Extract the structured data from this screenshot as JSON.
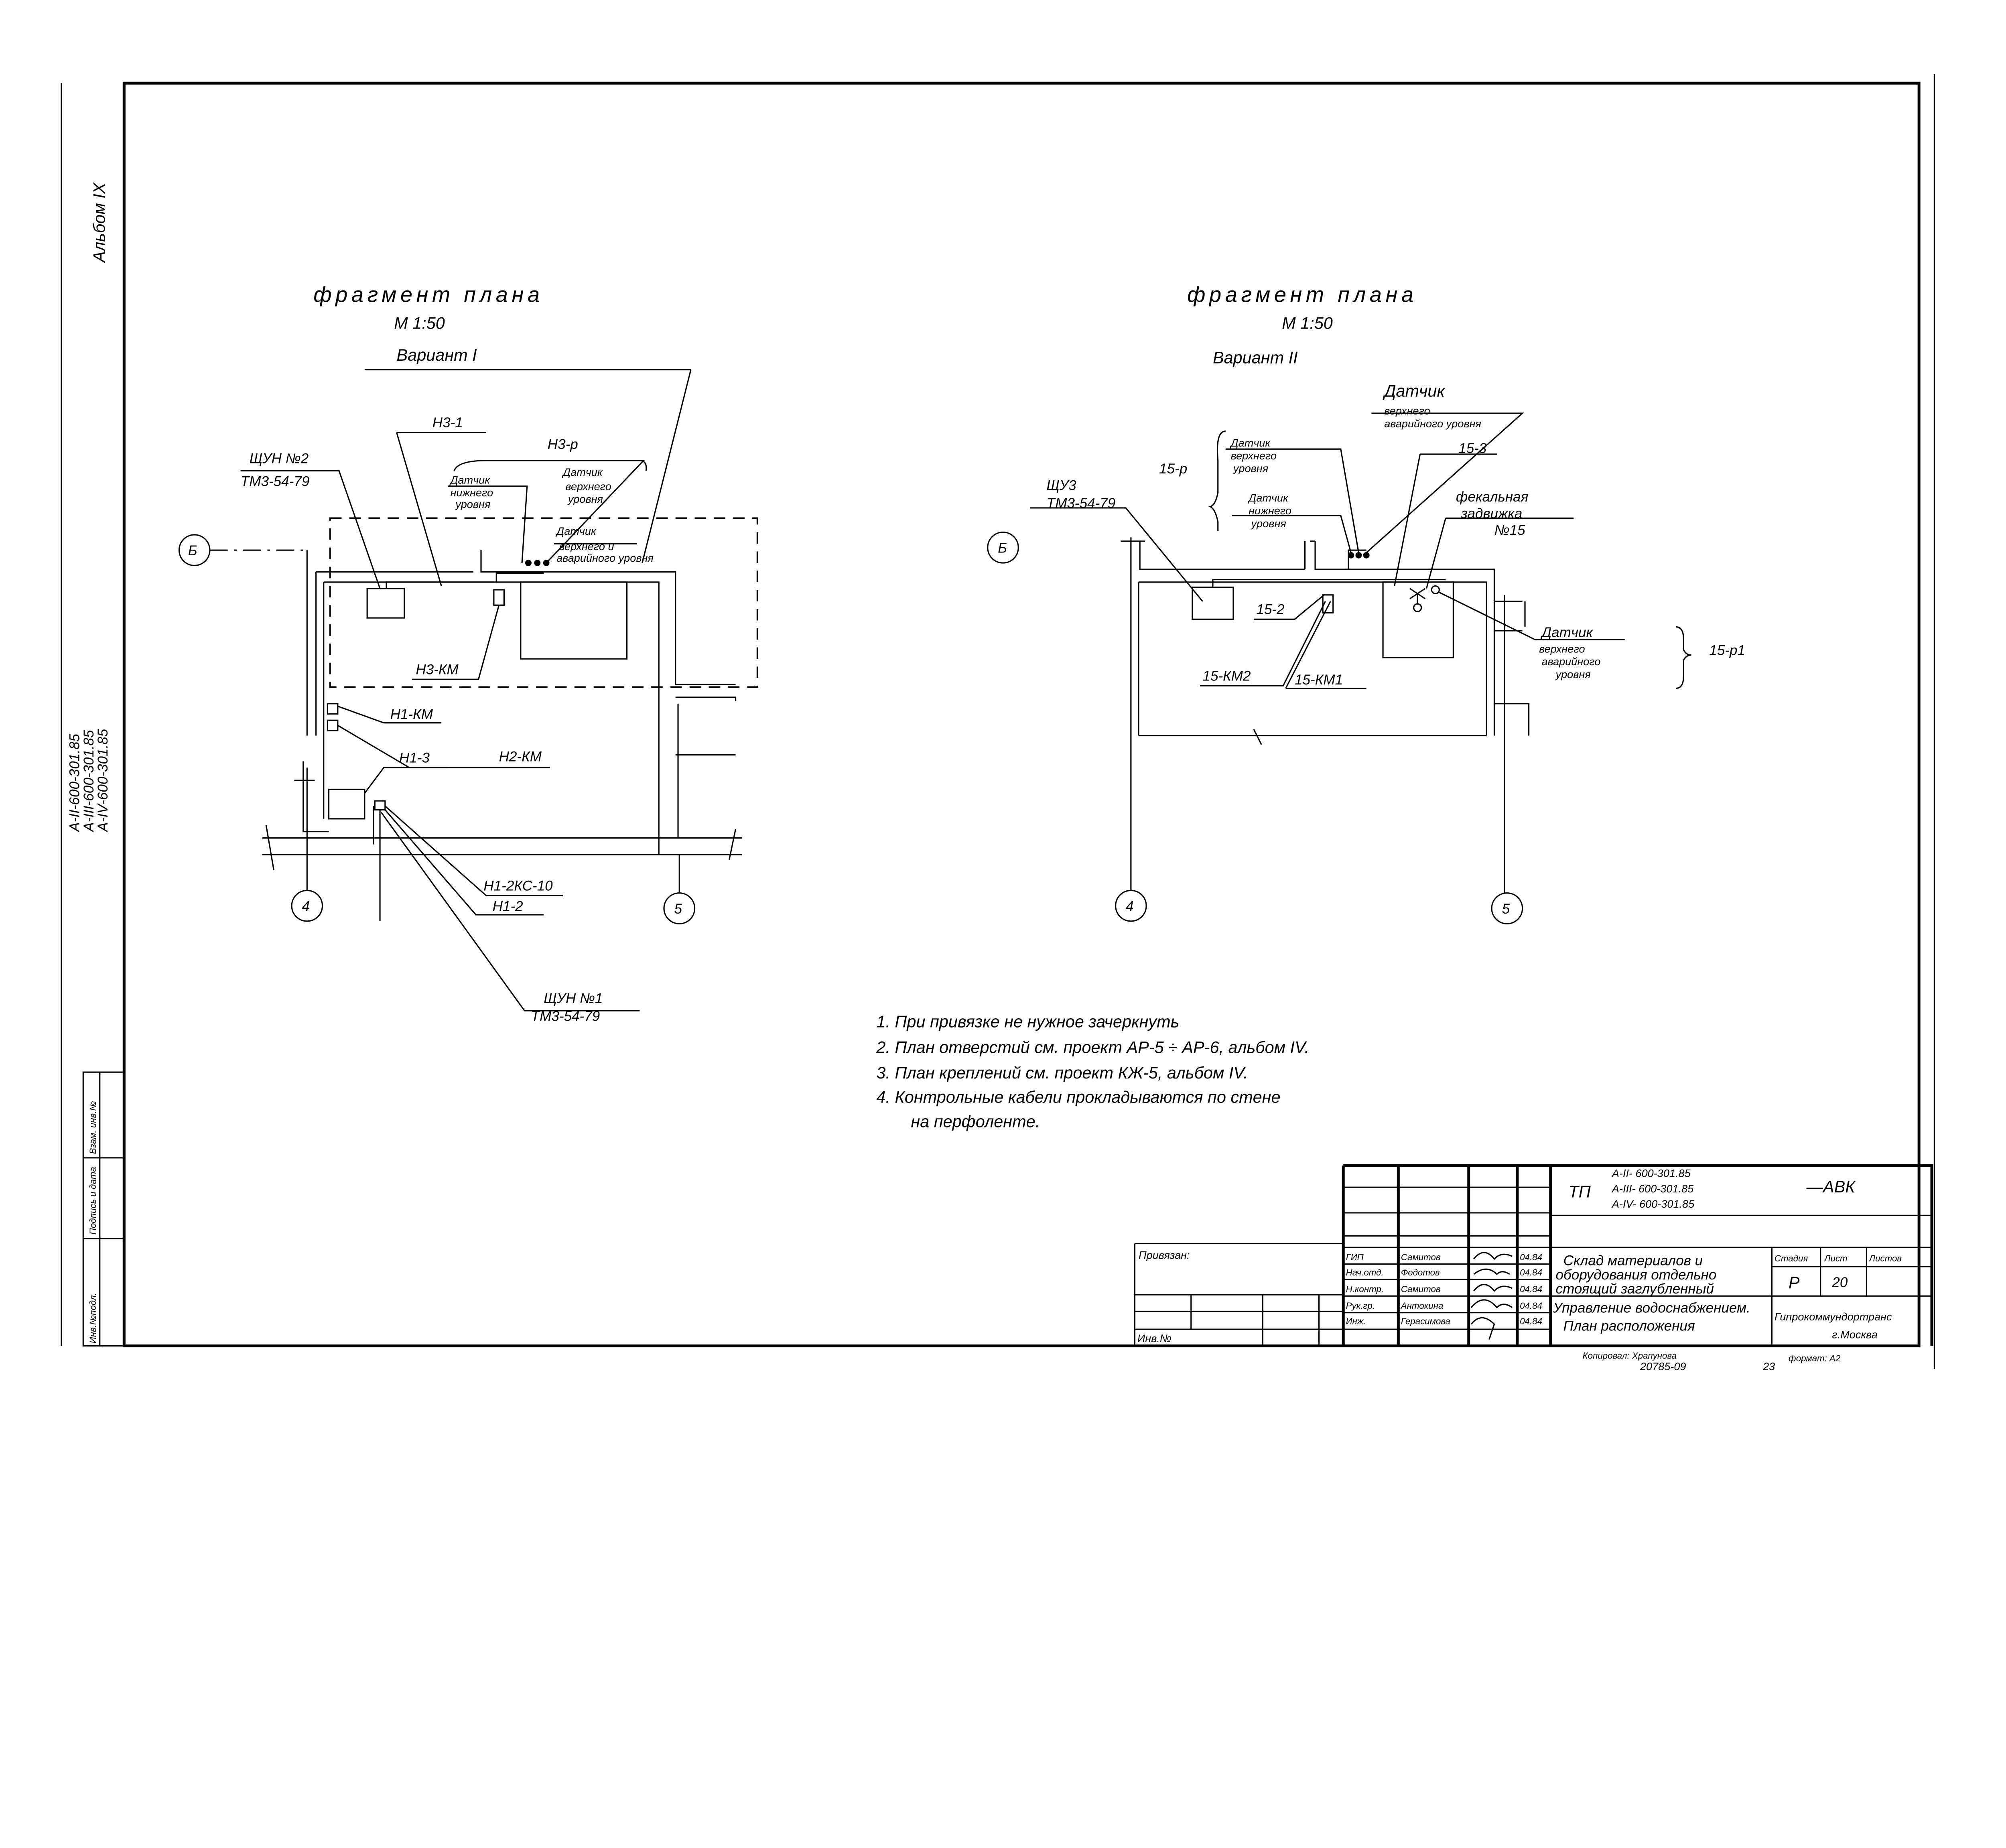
{
  "album": "Альбом IX",
  "side_codes": [
    "А-II-600-301.85",
    "А-III-600-301.85",
    "А-IV-600-301.85"
  ],
  "side_stamp": [
    "Инв.№подл.",
    "Подпись и дата",
    "Взам. инв.№"
  ],
  "variant1": {
    "title": "фрагмент плана",
    "scale": "М 1:50",
    "variant": "Вариант I",
    "axis_row": "Б",
    "axis_left": "4",
    "axis_right": "5",
    "labels": {
      "shun2": "ЩУН №2",
      "shun2_code": "ТМ3-54-79",
      "n3_1": "Н3-1",
      "n3_p": "Н3-р",
      "sensor_low": [
        "Датчик",
        "нижнего",
        "уровня"
      ],
      "sensor_high": [
        "Датчик",
        "верхнего",
        "уровня"
      ],
      "sensor_high_alarm": [
        "Датчик",
        "верхнего и",
        "аварийного уровня"
      ],
      "n3_km": "Н3-КМ",
      "n1_km": "Н1-КМ",
      "n2_km": "Н2-КМ",
      "n1_3": "Н1-3",
      "n1_2kc": "Н1-2КС-10",
      "n1_2": "Н1-2",
      "shun1": "ЩУН №1",
      "shun1_code": "ТМ3-54-79"
    }
  },
  "variant2": {
    "title": "фрагмент плана",
    "scale": "М 1:50",
    "variant": "Вариант II",
    "axis_row": "Б",
    "axis_left": "4",
    "axis_right": "5",
    "labels": {
      "sensor_top": [
        "Датчик",
        "верхнего",
        "аварийного уровня"
      ],
      "p15": "15-р",
      "sensor_high": [
        "Датчик",
        "верхнего",
        "уровня"
      ],
      "sensor_low": [
        "Датчик",
        "нижнего",
        "уровня"
      ],
      "shu3": "ЩУ3",
      "shu3_code": "ТМ3-54-79",
      "l15_3": "15-3",
      "valve": [
        "фекальная",
        "задвижка",
        "№15"
      ],
      "l15_2": "15-2",
      "km2": "15-КМ2",
      "km1": "15-КМ1",
      "sensor_alarm": [
        "Датчик",
        "верхнего",
        "аварийного",
        "уровня"
      ],
      "p15_1": "15-р1"
    }
  },
  "notes": [
    "1.  При привязке не нужное зачеркнуть",
    "2.  План отверстий см. проект АР-5 ÷ АР-6, альбом IV.",
    "3.  План креплений см. проект КЖ-5, альбом IV.",
    "4.  Контрольные кабели прокладываются по стене",
    "на перфоленте."
  ],
  "title_block": {
    "tp": "ТП",
    "codes": [
      "А-II- 600-301.85",
      "А-III- 600-301.85",
      "А-IV- 600-301.85"
    ],
    "suffix": "—АВК",
    "bound": "Привязан:",
    "inv": "Инв.№",
    "staff": [
      {
        "role": "ГИП",
        "name": "Самитов",
        "date": "04.84"
      },
      {
        "role": "Нач.отд.",
        "name": "Федотов",
        "date": "04.84"
      },
      {
        "role": "Н.контр.",
        "name": "Самитов",
        "date": "04.84"
      },
      {
        "role": "Рук.гр.",
        "name": "Антохина",
        "date": "04.84"
      },
      {
        "role": "Инж.",
        "name": "Герасимова",
        "date": "04.84"
      }
    ],
    "name_lines": [
      "Склад материалов и",
      "оборудования отдельно",
      "стоящий заглубленный"
    ],
    "subtitle_lines": [
      "Управление водоснабжением.",
      "План расположения"
    ],
    "stage_h": "Стадия",
    "sheet_h": "Лист",
    "sheets_h": "Листов",
    "stage": "Р",
    "sheet": "20",
    "sheets": "",
    "org": [
      "Гипрокоммундортранс",
      "г.Москва"
    ],
    "copied": "Копировал: Храпунова",
    "order": "20785-09",
    "num": "23",
    "format": "формат: А2"
  }
}
